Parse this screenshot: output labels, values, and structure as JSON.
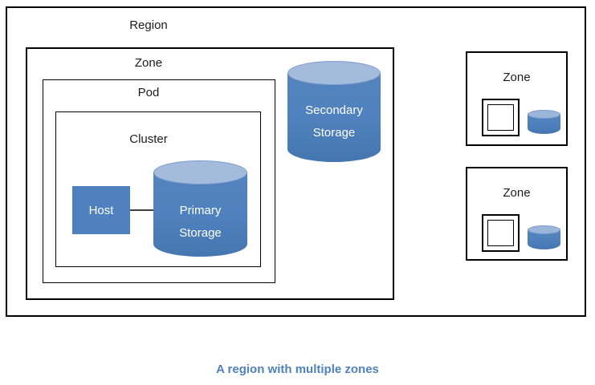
{
  "caption": "A region with multiple zones",
  "colors": {
    "shape_fill": "#4e81bd",
    "cylinder_top": "#a4bbdc",
    "box_border": "#000000",
    "caption_text": "#4e81bd",
    "connector": "#404040",
    "shape_text": "#ffffff"
  },
  "icons": {
    "nested_squares_icon": "nested-squares",
    "storage_cylinder_icon": "cylinder"
  },
  "diagram": {
    "region_label": "Region",
    "zone_label": "Zone",
    "pod_label": "Pod",
    "cluster_label": "Cluster",
    "host_label": "Host",
    "primary_storage": {
      "line1": "Primary",
      "line2": "Storage"
    },
    "secondary_storage": {
      "line1": "Secondary",
      "line2": "Storage"
    },
    "small_zones": [
      {
        "label": "Zone"
      },
      {
        "label": "Zone"
      }
    ]
  }
}
